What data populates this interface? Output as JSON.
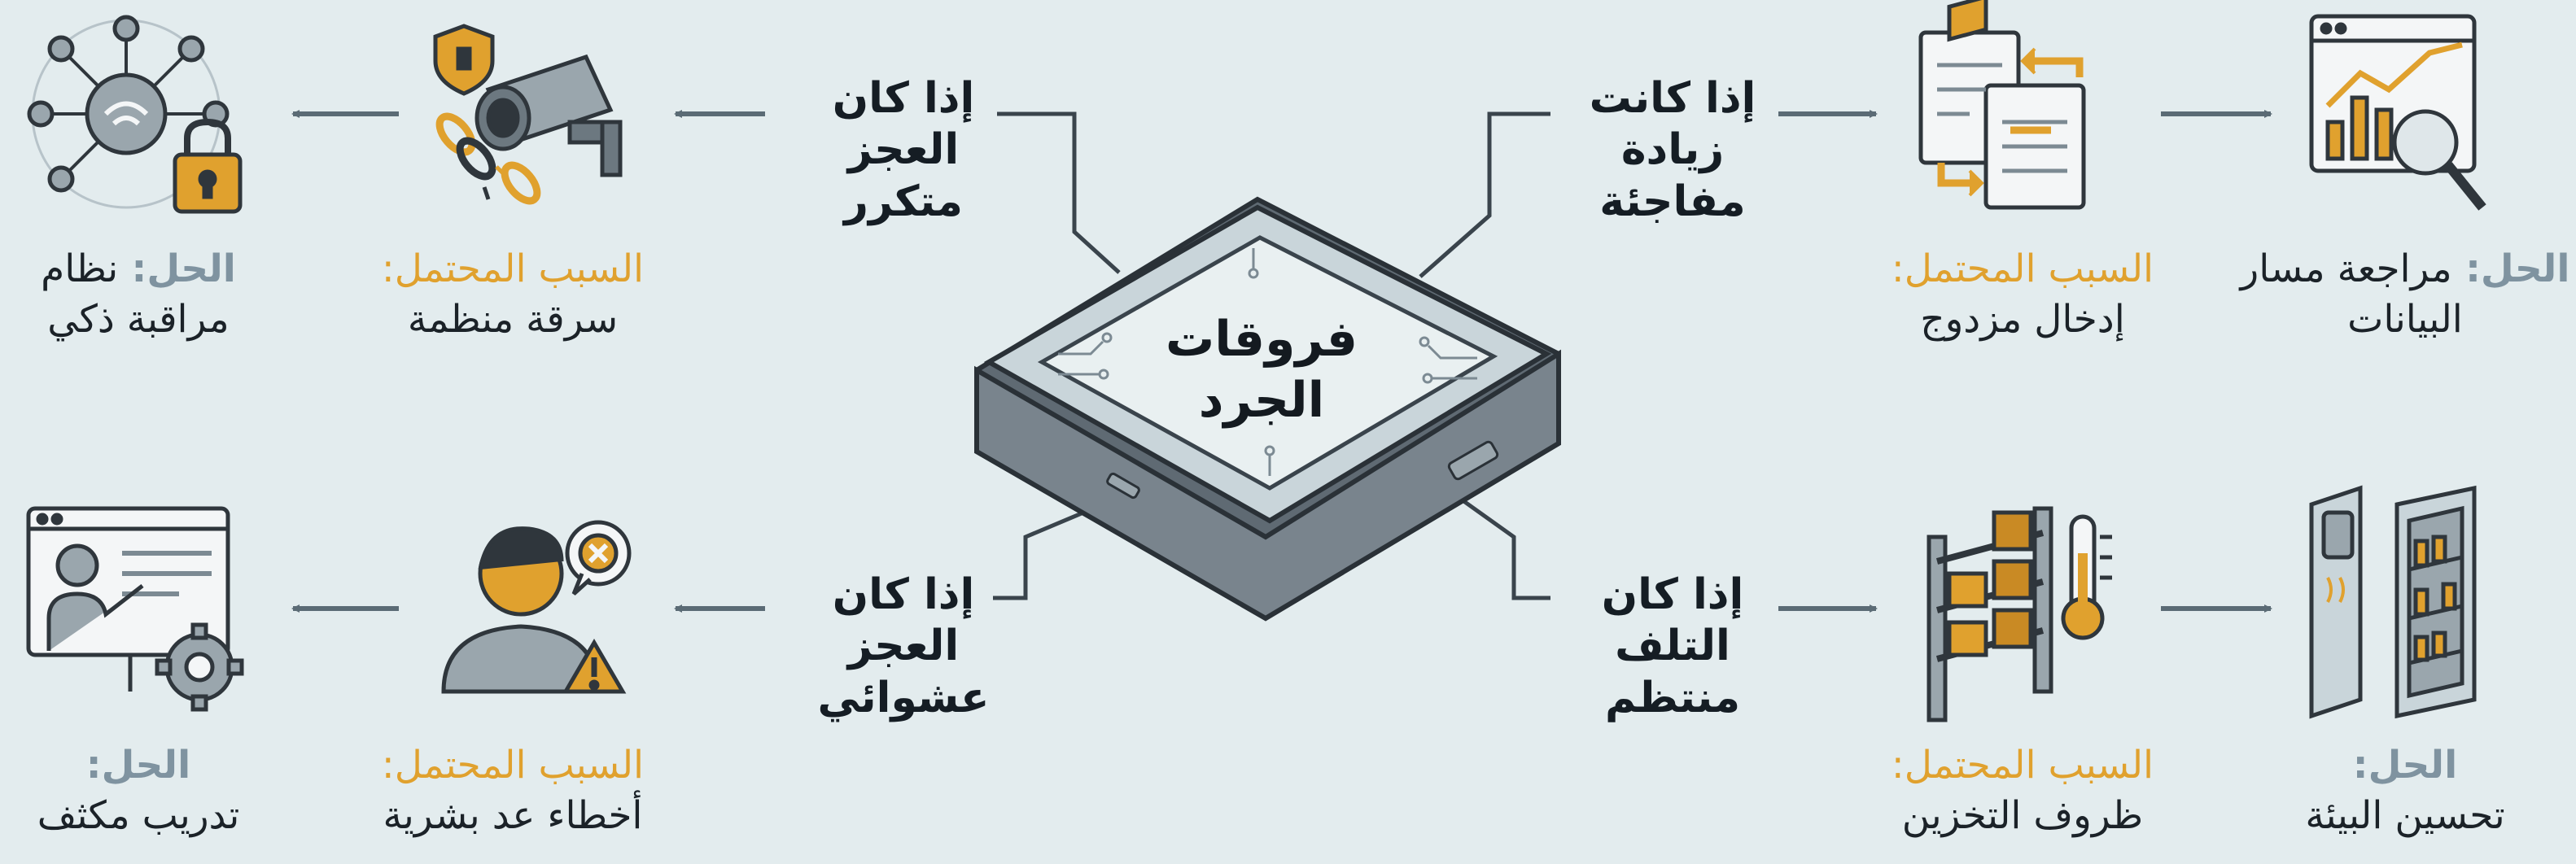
{
  "center": {
    "title": "فروقات الجرد"
  },
  "branches": [
    {
      "condition": "إذا كانت زيادة مفاجئة",
      "cause_label": "السبب المحتمل:",
      "cause": "إدخال مزدوج",
      "solution_label": "الحل:",
      "solution": "مراجعة مسار البيانات",
      "cause_icon": "duplicate-documents-icon",
      "solution_icon": "data-analysis-chart-icon"
    },
    {
      "condition": "إذا كان العجز متكرر",
      "cause_label": "السبب المحتمل:",
      "cause": "سرقة منظمة",
      "solution_label": "الحل:",
      "solution": "نظام مراقبة ذكي",
      "cause_icon": "security-camera-broken-chain-icon",
      "solution_icon": "network-lock-icon"
    },
    {
      "condition": "إذا كان التلف منتظم",
      "cause_label": "السبب المحتمل:",
      "cause": "ظروف التخزين",
      "solution_label": "الحل:",
      "solution": "تحسين البيئة",
      "cause_icon": "warehouse-shelf-thermometer-icon",
      "solution_icon": "storage-cabinet-icon"
    },
    {
      "condition": "إذا كان العجز عشوائي",
      "cause_label": "السبب المحتمل:",
      "cause": "أخطاء عد بشرية",
      "solution_label": "الحل:",
      "solution": "تدريب مكثف",
      "cause_icon": "worker-warning-icon",
      "solution_icon": "training-presentation-icon"
    }
  ],
  "colors": {
    "background": "#e3ecee",
    "cause_label": "#e0a12e",
    "solution_label": "#7f93a0",
    "arrow": "#5b6b75",
    "text": "#151d24"
  }
}
